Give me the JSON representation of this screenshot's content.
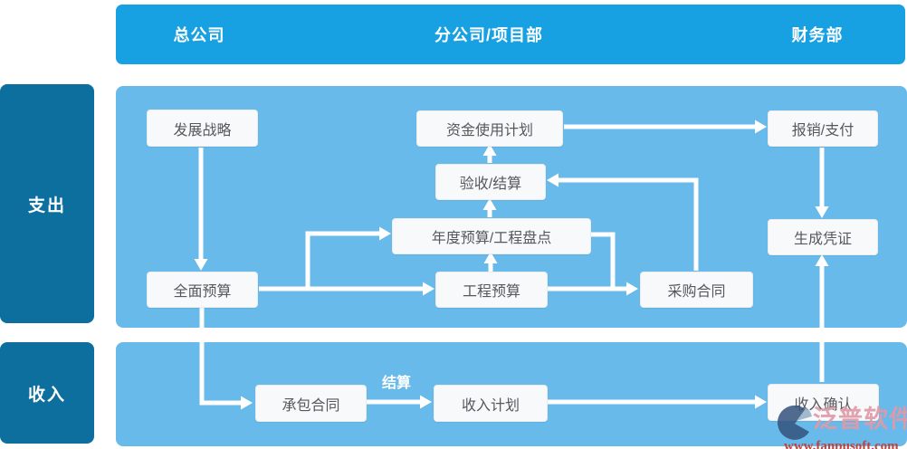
{
  "header": {
    "columns": [
      {
        "id": "head-office",
        "label": "总公司"
      },
      {
        "id": "branch-project-dept",
        "label": "分公司/项目部"
      },
      {
        "id": "finance-dept",
        "label": "财务部"
      }
    ]
  },
  "lanes": [
    {
      "id": "expense",
      "label": "支出"
    },
    {
      "id": "income",
      "label": "收入"
    }
  ],
  "nodes": {
    "development_strategy": {
      "label": "发展战略"
    },
    "fund_use_plan": {
      "label": "资金使用计划"
    },
    "reimbursement_payment": {
      "label": "报销/支付"
    },
    "acceptance_settlement": {
      "label": "验收/结算"
    },
    "annual_budget_inventory": {
      "label": "年度预算/工程盘点"
    },
    "generate_voucher": {
      "label": "生成凭证"
    },
    "comprehensive_budget": {
      "label": "全面预算"
    },
    "project_budget": {
      "label": "工程预算"
    },
    "procurement_contract": {
      "label": "采购合同"
    },
    "contracting_contract": {
      "label": "承包合同"
    },
    "income_plan": {
      "label": "收入计划"
    },
    "income_confirmation": {
      "label": "收入确认"
    }
  },
  "edge_labels": {
    "settlement": "结算"
  },
  "watermark": {
    "brand": "泛普软件",
    "url": "www.fanpusoft.com"
  },
  "colors": {
    "header_bg": "#18A1E2",
    "panel_bg": "#67BAE9",
    "lane_bg": "#0D6F9E",
    "node_bg": "#F8F9FA",
    "node_text": "#55595C",
    "arrow": "#FFFFFF",
    "watermark_brand": "#E09AA8",
    "watermark_url": "#C23A35"
  }
}
